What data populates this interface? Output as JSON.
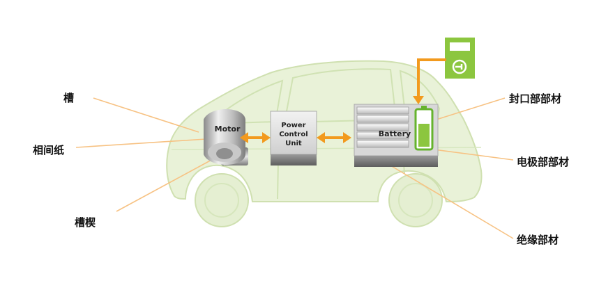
{
  "labels": {
    "slot": "槽",
    "slot_liner": "相间纸",
    "slot_wedge": "槽楔",
    "seal_parts": "封口部部材",
    "electrode_parts": "电极部部材",
    "insulation_parts": "绝缘部材"
  },
  "components": {
    "motor": "Motor",
    "pcu_line1": "Power",
    "pcu_line2": "Control",
    "pcu_line3": "Unit",
    "battery": "Battery"
  },
  "colors": {
    "car_fill": "#e9f2d8",
    "car_stroke": "#cfe0b0",
    "accent_orange": "#f29a1e",
    "leader_line": "#f7c283",
    "charger_green": "#8cc63f",
    "battery_green": "#66b32e"
  },
  "icons": {
    "charger": "charging-station-icon",
    "battery_level": "battery-level-icon"
  }
}
